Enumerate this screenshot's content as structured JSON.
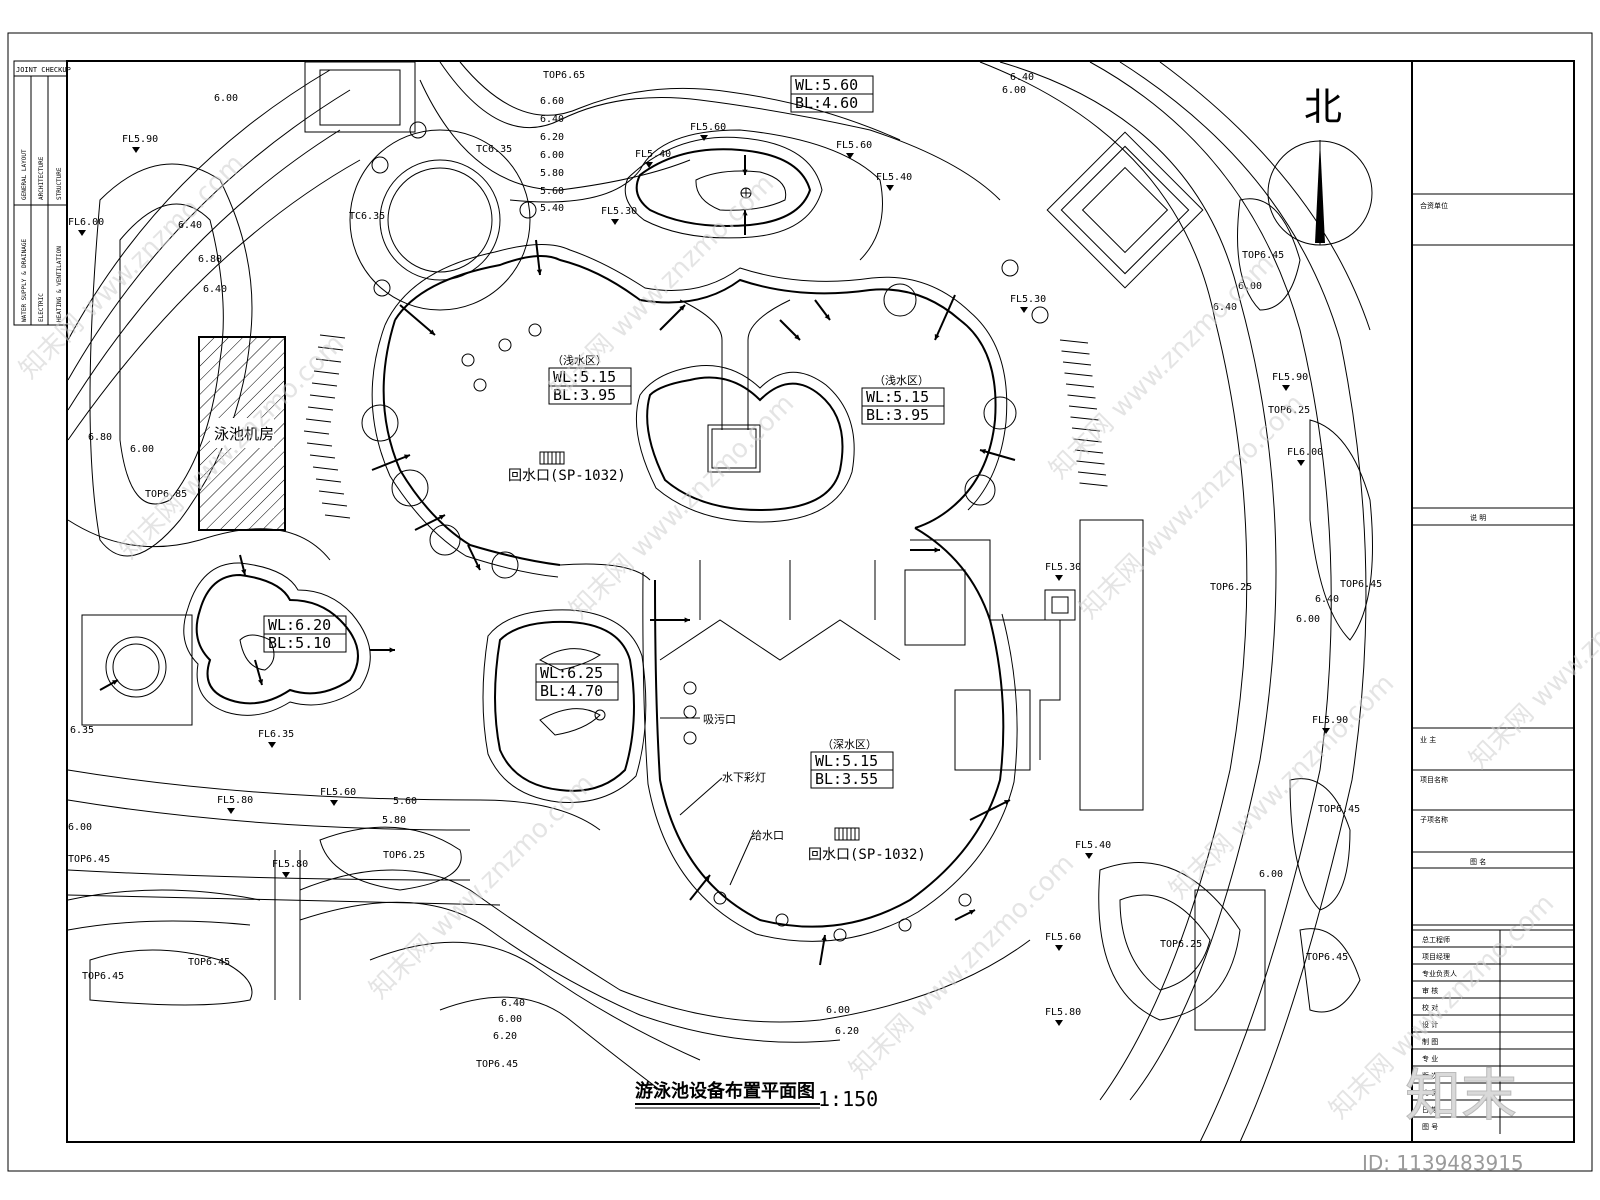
{
  "drawing": {
    "title": "游泳池设备布置平面图",
    "scale": "1:150",
    "north": "北",
    "image_id": "ID: 1139483915",
    "logo_text": "知末"
  },
  "joint_checkup": {
    "header": "JOINT CHECKUP",
    "col1": [
      "GENERAL LAYOUT",
      "WATER SUPPLY & DRAINAGE"
    ],
    "col2": [
      "ARCHITECTURE",
      "ELECTRIC"
    ],
    "col3": [
      "STRUCTURE",
      "HEATING & VENTILATION"
    ]
  },
  "title_block": {
    "rows_top": [
      "合资单位"
    ],
    "notes_header": "说    明",
    "rows_mid": [
      "业    主",
      "项目名称",
      "子项名称"
    ],
    "drawing_name_label": "图    名",
    "rows_bottom": [
      "总工程师",
      "项目经理",
      "专业负责人",
      "审    核",
      "校    对",
      "设    计",
      "制    图",
      "专    业",
      "版    次",
      "比    例",
      "日    期",
      "图    号"
    ]
  },
  "zones": [
    {
      "id": "shallow-left",
      "name": "（浅水区）",
      "wl": "WL:5.15",
      "bl": "BL:3.95"
    },
    {
      "id": "shallow-right",
      "name": "（浅水区）",
      "wl": "WL:5.15",
      "bl": "BL:3.95"
    },
    {
      "id": "deep",
      "name": "（深水区）",
      "wl": "WL:5.15",
      "bl": "BL:3.55"
    },
    {
      "id": "top-pond",
      "name": "",
      "wl": "WL:5.60",
      "bl": "BL:4.60"
    },
    {
      "id": "left-pond",
      "name": "",
      "wl": "WL:6.20",
      "bl": "BL:5.10"
    },
    {
      "id": "dolphin-pond",
      "name": "",
      "wl": "WL:6.25",
      "bl": "BL:4.70"
    }
  ],
  "room_label": "泳池机房",
  "return_outlets": [
    "回水口(SP-1032)",
    "回水口(SP-1032)"
  ],
  "equipment_labels": {
    "suction": "吸污口",
    "light": "水下彩灯",
    "inlet": "给水口"
  },
  "elevations": {
    "fl": [
      "FL5.90",
      "FL6.00",
      "FL5.60",
      "FL5.40",
      "FL5.30",
      "FL5.60",
      "FL5.40",
      "FL5.30",
      "FL5.30",
      "FL5.90",
      "FL6.00",
      "FL5.90",
      "FL6.35",
      "FL5.80",
      "FL5.60",
      "FL5.80",
      "FL5.40",
      "FL5.60",
      "FL5.80"
    ],
    "top": [
      "TOP6.65",
      "TOP6.45",
      "TOP6.25",
      "TOP6.45",
      "TOP6.85",
      "TOP6.45",
      "TOP6.25",
      "TOP6.45",
      "TOP6.45",
      "TOP6.25",
      "TOP6.45",
      "TOP6.45",
      "TOP6.25",
      "TOP6.45"
    ],
    "tc": [
      "TC6.35",
      "TC6.35"
    ],
    "contours": [
      "6.60",
      "6.40",
      "6.20",
      "6.00",
      "5.80",
      "5.60",
      "5.40",
      "6.00",
      "6.40",
      "6.80",
      "6.40",
      "6.80",
      "6.00",
      "6.40",
      "6.00",
      "5.60",
      "5.80",
      "6.00",
      "6.20",
      "6.40",
      "6.00",
      "6.20",
      "6.40",
      "6.00",
      "6.00",
      "6.40",
      "6.00",
      "6.35",
      "6.00"
    ]
  },
  "watermark": "知末网 www.znzmo.com"
}
